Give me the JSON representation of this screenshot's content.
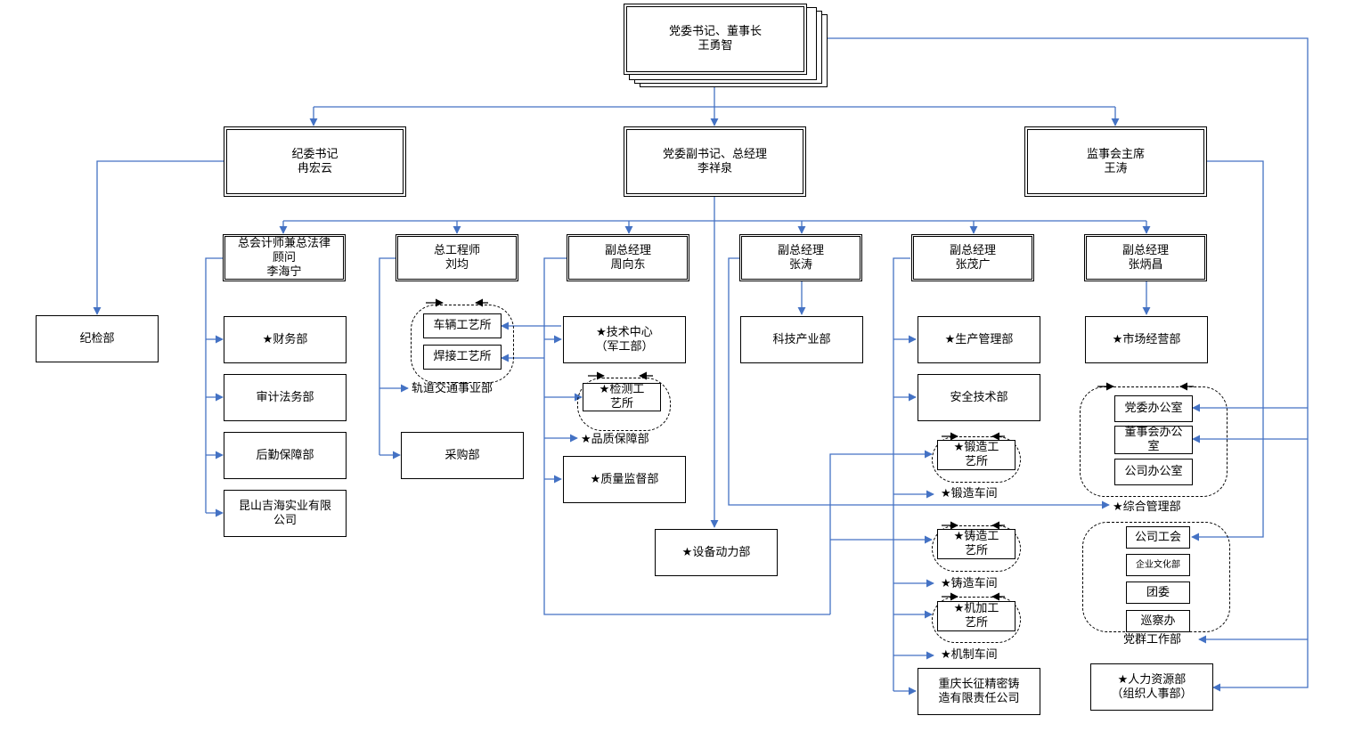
{
  "top": {
    "line1": "党委书记、董事长",
    "line2": "王勇智"
  },
  "level2": {
    "discipline": {
      "line1": "纪委书记",
      "line2": "冉宏云"
    },
    "gm": {
      "line1": "党委副书记、总经理",
      "line2": "李祥泉"
    },
    "supervisor": {
      "line1": "监事会主席",
      "line2": "王涛"
    }
  },
  "level3": {
    "chief_accountant": {
      "line1": "总会计师兼总法律",
      "line2": "顾问",
      "line3": "李海宁"
    },
    "chief_engineer": {
      "line1": "总工程师",
      "line2": "刘均"
    },
    "vgm_zhou": {
      "line1": "副总经理",
      "line2": "周向东"
    },
    "vgm_zhang_tao": {
      "line1": "副总经理",
      "line2": "张涛"
    },
    "vgm_zhang_maoguang": {
      "line1": "副总经理",
      "line2": "张茂广"
    },
    "vgm_zhang_bingchang": {
      "line1": "副总经理",
      "line2": "张炳昌"
    }
  },
  "departments": {
    "jijian": "纪检部",
    "caiwu": "★财务部",
    "shenji": "审计法务部",
    "houqin": "后勤保障部",
    "kunshan": {
      "line1": "昆山吉海实业有限",
      "line2": "公司"
    },
    "cheliang": "车辆工艺所",
    "hanjie": "焊接工艺所",
    "guidao": "轨道交通事业部",
    "caigou": "采购部",
    "jishu": {
      "line1": "★技术中心",
      "line2": "（军工部）"
    },
    "jiance": {
      "line1": "★检测工",
      "line2": "艺所"
    },
    "pinzhi": "★品质保障部",
    "zhiliang": "★质量监督部",
    "shebei": "★设备动力部",
    "keji": "科技产业部",
    "shengchan": "★生产管理部",
    "anquan": "安全技术部",
    "duanzao_gy": {
      "line1": "★锻造工",
      "line2": "艺所"
    },
    "duanzao_cj": "★锻造车间",
    "zhuzao_gy": {
      "line1": "★铸造工",
      "line2": "艺所"
    },
    "zhuzao_cj": "★铸造车间",
    "jijiagong_gy": {
      "line1": "★机加工",
      "line2": "艺所"
    },
    "jizhi_cj": "★机制车间",
    "chongqing": {
      "line1": "重庆长征精密铸",
      "line2": "造有限责任公司"
    },
    "shichang": "★市场经营部",
    "dangwei_office": "党委办公室",
    "dongshihui_office": {
      "line1": "董事会办公",
      "line2": "室"
    },
    "company_office": "公司办公室",
    "zonghe": "★综合管理部",
    "gonghui": "公司工会",
    "qiye_wenhua": "企业文化部",
    "tuanwei": "团委",
    "xuncha": "巡察办",
    "dangqun": "党群工作部",
    "renli": {
      "line1": "★人力资源部",
      "line2": "（组织人事部）"
    }
  },
  "colors": {
    "connector": "#4472c4",
    "border": "#000000",
    "background": "#ffffff"
  }
}
